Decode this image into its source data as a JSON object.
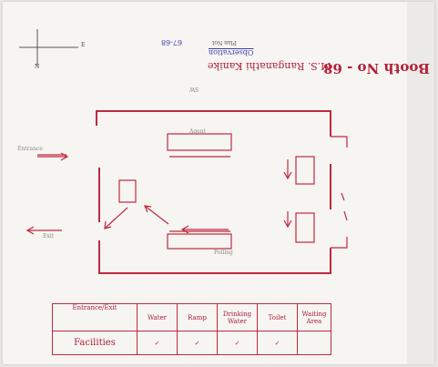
{
  "header": {
    "title": "Booth No - 68",
    "subtitle": "M.S. Ranganathi Kanike",
    "blue_note": "Observation",
    "small_note": "Plan Not",
    "page_ref": "67-68"
  },
  "compass": {
    "north": "N",
    "east": "E"
  },
  "floor_plan": {
    "entrance_label": "Entrance",
    "exit_label": "Exit",
    "top_desk_label": "Agent",
    "bottom_desk_label": "Polling",
    "top_label": "SW"
  },
  "facilities_table": {
    "columns": [
      "Entrance/Exit",
      "Water",
      "Ramp",
      "Drinking Water",
      "Toilet",
      "Waiting Area"
    ],
    "row_label": "Facilities",
    "marks": [
      "✓",
      "✓",
      "✓",
      "✓",
      ""
    ]
  }
}
